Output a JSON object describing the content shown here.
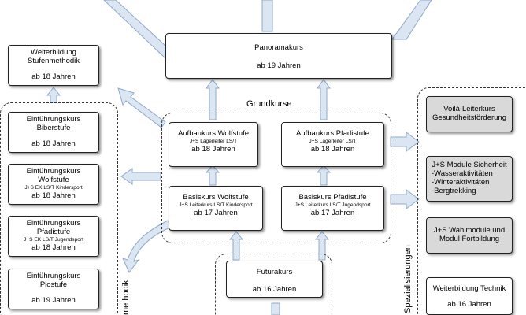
{
  "groups": {
    "grundkurse": "Grundkurse",
    "stufenmethodik": "methodik",
    "spezialisierungen": "Spezialisierungen"
  },
  "boxes": {
    "panorama": {
      "title": "Panoramakurs",
      "age": "ab 19 Jahren"
    },
    "weiterbildung_stufen": {
      "title": "Weiterbildung",
      "title2": "Stufenmethodik",
      "age": "ab 18 Jahren"
    },
    "ek_biber": {
      "title": "Einführungskurs",
      "title2": "Biberstufe",
      "age": "ab 18 Jahren"
    },
    "ek_wolf": {
      "title": "Einführungskurs",
      "title2": "Wolfstufe",
      "sub": "J+S EK LS/T Kindersport",
      "age": "ab 18 Jahren"
    },
    "ek_pfadi": {
      "title": "Einführungskurs",
      "title2": "Pfadistufe",
      "sub": "J+S EK LS/T Jugendsport",
      "age": "ab 18 Jahren"
    },
    "ek_pio": {
      "title": "Einführungskurs",
      "title2": "Piostufe",
      "age": "ab 19 Jahren"
    },
    "aufbau_wolf": {
      "title": "Aufbaukurs Wolfstufe",
      "sub": "J+S Lagerleiter LS/T",
      "age": "ab 18 Jahren"
    },
    "aufbau_pfadi": {
      "title": "Aufbaukurs Pfadistufe",
      "sub": "J+S Lagerleiter LS/T",
      "age": "ab 18 Jahren"
    },
    "basis_wolf": {
      "title": "Basiskurs Wolfstufe",
      "sub": "J+S Leiterkurs LS/T Kindersport",
      "age": "ab 17 Jahren"
    },
    "basis_pfadi": {
      "title": "Basiskurs Pfadistufe",
      "sub": "J+S Leiterkurs LS/T Jugendsport",
      "age": "ab 17 Jahren"
    },
    "futura": {
      "title": "Futurakurs",
      "age": "ab 16 Jahren"
    },
    "voila": {
      "title": "Voilà-Leiterkurs",
      "title2": "Gesundheitsförderung"
    },
    "js_sicherheit": {
      "title": "J+S Module Sicherheit",
      "l1": "-Wasseraktivitäten",
      "l2": "-Winteraktivitäten",
      "l3": "-Bergtrekking"
    },
    "js_wahl": {
      "title": "J+S Wahlmodule und",
      "title2": "Modul Fortbildung"
    },
    "wb_technik": {
      "title": "Weiterbildung Technik",
      "age": "ab 16 Jahren"
    }
  },
  "colors": {
    "arrow_fill": "#dce6f2",
    "arrow_stroke": "#8ea9c9",
    "gray_box": "#d9d9d9"
  }
}
